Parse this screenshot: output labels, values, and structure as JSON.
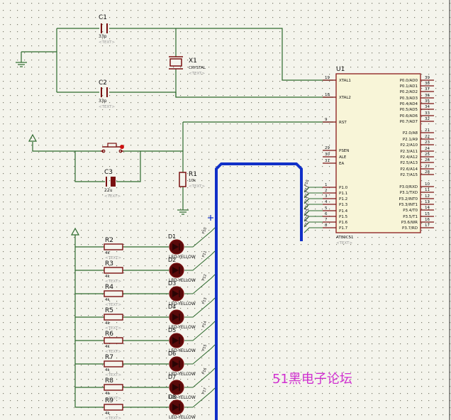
{
  "colors": {
    "background": "#f4f4ec",
    "grid_dot": "#7a7a6a",
    "wire": "#2d6a2d",
    "component": "#7a1010",
    "chip_fill": "#f8f5d8",
    "chip_border": "#8a1a1a",
    "label": "#111111",
    "placeholder": "#9a9a9a",
    "bus": "#1130c8",
    "led_body": "#5a0a0a",
    "watermark": "#d030d0"
  },
  "capacitors": {
    "c1": {
      "ref": "C1",
      "value": "33p",
      "text": "<TEXT>"
    },
    "c2": {
      "ref": "C2",
      "value": "33p",
      "text": "<TEXT>"
    },
    "c3": {
      "ref": "C3",
      "value": "22u",
      "text": "<TEXT>"
    }
  },
  "crystal": {
    "ref": "X1",
    "value": "CRYSTAL",
    "text": "<TEXT>"
  },
  "reset_resistor": {
    "ref": "R1",
    "value": "10k",
    "text": "<TEXT>"
  },
  "mcu": {
    "ref": "U1",
    "part": "AT89C51",
    "text": "<TEXT>",
    "left_pins": [
      {
        "num": "19",
        "name": "XTAL1"
      },
      {
        "num": "18",
        "name": "XTAL2"
      },
      {
        "num": "9",
        "name": "RST"
      },
      {
        "num": "29",
        "name": "PSEN"
      },
      {
        "num": "30",
        "name": "ALE"
      },
      {
        "num": "31",
        "name": "EA"
      },
      {
        "num": "1",
        "name": "P1.0"
      },
      {
        "num": "2",
        "name": "P1.1"
      },
      {
        "num": "3",
        "name": "P1.2"
      },
      {
        "num": "4",
        "name": "P1.3"
      },
      {
        "num": "5",
        "name": "P1.4"
      },
      {
        "num": "6",
        "name": "P1.5"
      },
      {
        "num": "7",
        "name": "P1.6"
      },
      {
        "num": "8",
        "name": "P1.7"
      }
    ],
    "right_pins": [
      {
        "num": "39",
        "name": "P0.0/AD0"
      },
      {
        "num": "38",
        "name": "P0.1/AD1"
      },
      {
        "num": "37",
        "name": "P0.2/AD2"
      },
      {
        "num": "36",
        "name": "P0.3/AD3"
      },
      {
        "num": "35",
        "name": "P0.4/AD4"
      },
      {
        "num": "34",
        "name": "P0.5/AD5"
      },
      {
        "num": "33",
        "name": "P0.6/AD6"
      },
      {
        "num": "32",
        "name": "P0.7/AD7"
      },
      {
        "num": "21",
        "name": "P2.0/A8"
      },
      {
        "num": "22",
        "name": "P2.1/A9"
      },
      {
        "num": "23",
        "name": "P2.2/A10"
      },
      {
        "num": "24",
        "name": "P2.3/A11"
      },
      {
        "num": "25",
        "name": "P2.4/A12"
      },
      {
        "num": "26",
        "name": "P2.5/A13"
      },
      {
        "num": "27",
        "name": "P2.6/A14"
      },
      {
        "num": "28",
        "name": "P2.7/A15"
      },
      {
        "num": "10",
        "name": "P3.0/RXD"
      },
      {
        "num": "11",
        "name": "P3.1/TXD"
      },
      {
        "num": "12",
        "name": "P3.2/INT0"
      },
      {
        "num": "13",
        "name": "P3.3/INT1"
      },
      {
        "num": "14",
        "name": "P3.4/T0"
      },
      {
        "num": "15",
        "name": "P3.5/T1"
      },
      {
        "num": "16",
        "name": "P3.6/WR"
      },
      {
        "num": "17",
        "name": "P3.7/RD"
      }
    ]
  },
  "bus_taps_mcu": [
    "P10",
    "P11",
    "P12",
    "P13",
    "P14",
    "P15",
    "P16",
    "P17"
  ],
  "led_rows": [
    {
      "resistor": "R2",
      "value": "4k",
      "led": "D1",
      "led_value": "LED-YELLOW",
      "net": "P10",
      "text": "<TEXT>"
    },
    {
      "resistor": "R3",
      "value": "4k",
      "led": "D2",
      "led_value": "LED-YELLOW",
      "net": "P11",
      "text": "<TEXT>"
    },
    {
      "resistor": "R4",
      "value": "4k",
      "led": "D3",
      "led_value": "LED-YELLOW",
      "net": "P12",
      "text": "<TEXT>"
    },
    {
      "resistor": "R5",
      "value": "4k",
      "led": "D4",
      "led_value": "LED-YELLOW",
      "net": "P13",
      "text": "<TEXT>"
    },
    {
      "resistor": "R6",
      "value": "4k",
      "led": "D5",
      "led_value": "LED-YELLOW",
      "net": "P14",
      "text": "<TEXT>"
    },
    {
      "resistor": "R7",
      "value": "4k",
      "led": "D6",
      "led_value": "LED-YELLOW",
      "net": "P15",
      "text": "<TEXT>"
    },
    {
      "resistor": "R8",
      "value": "4k",
      "led": "D7",
      "led_value": "LED-YELLOW",
      "net": "P16",
      "text": "<TEXT>"
    },
    {
      "resistor": "R9",
      "value": "4k",
      "led": "D8",
      "led_value": "LED-YELLOW",
      "net": "P17",
      "text": "<TEXT>"
    }
  ],
  "watermark": "51黑电子论坛"
}
